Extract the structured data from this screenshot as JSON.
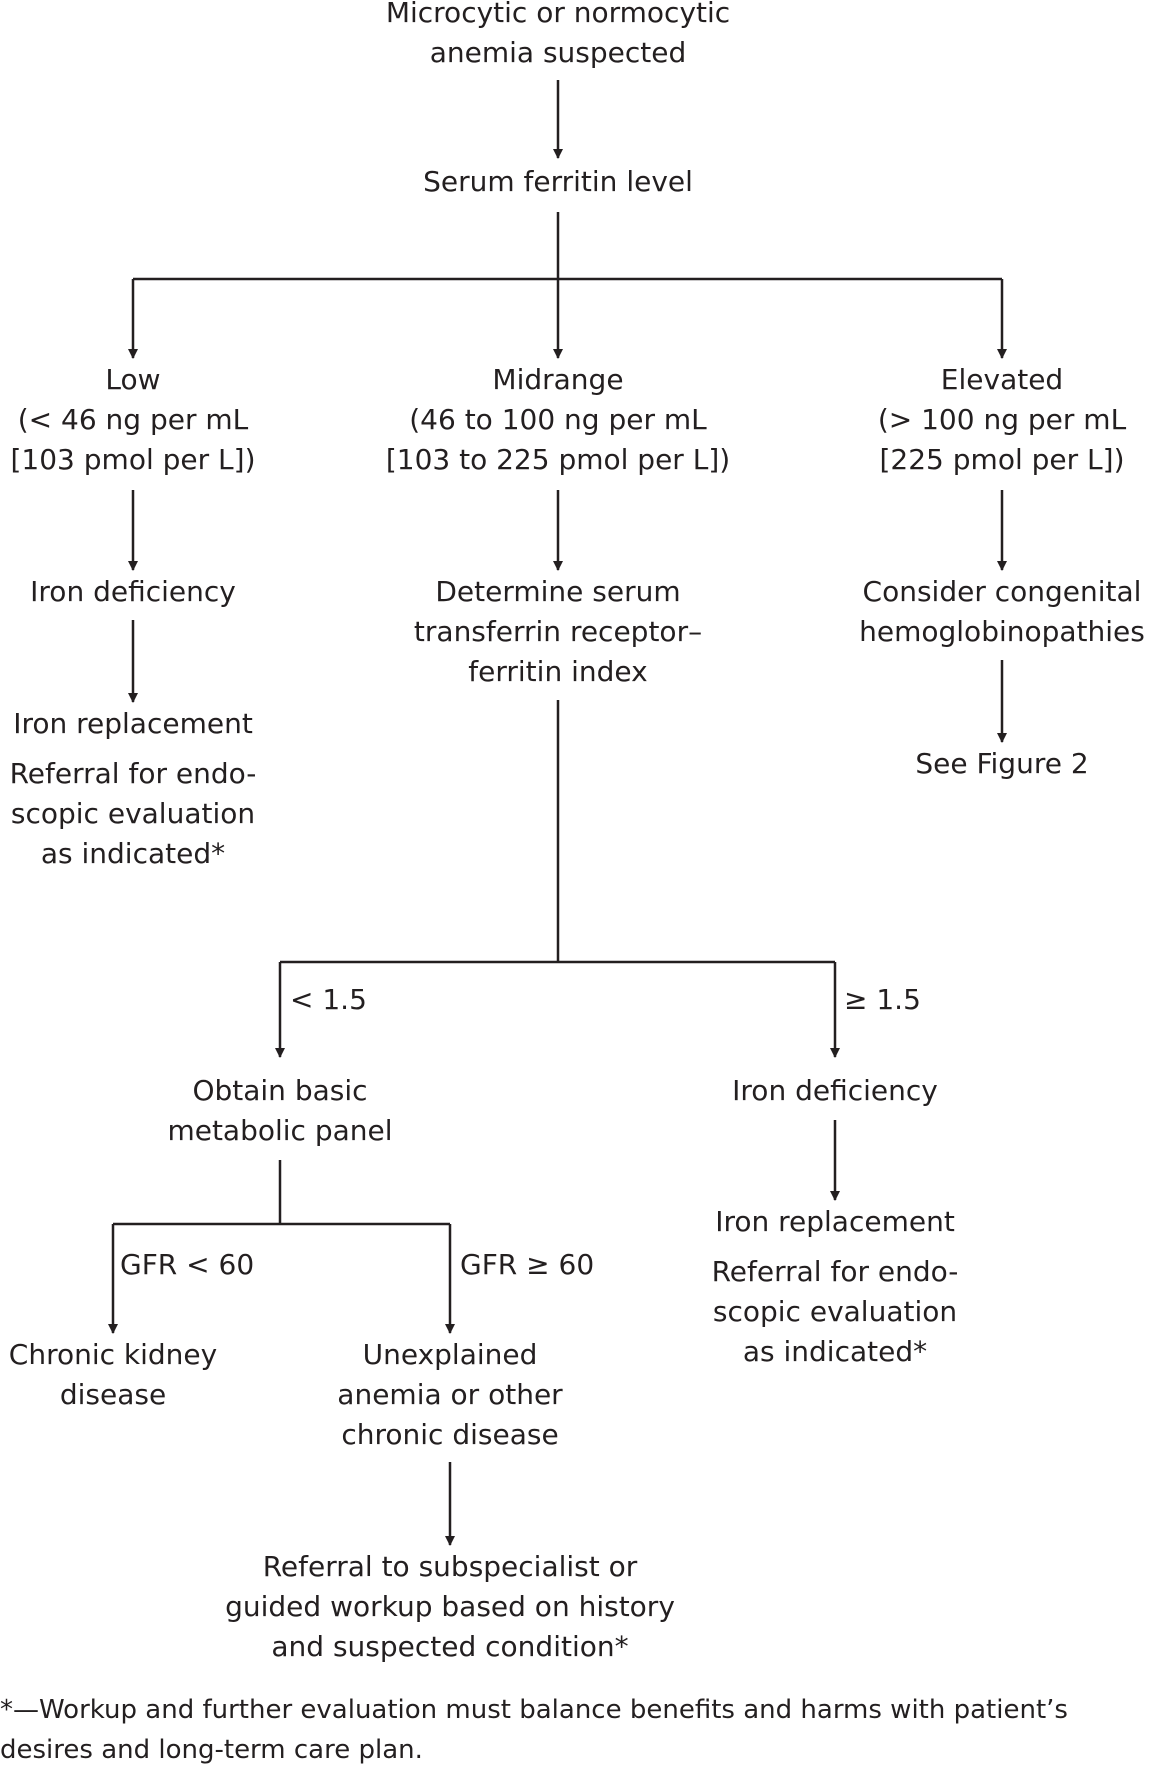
{
  "nodes": {
    "start": [
      "Microcytic or normocytic",
      "anemia suspected"
    ],
    "ferritin": [
      "Serum ferritin level"
    ],
    "low": [
      "Low",
      "(< 46 ng per mL",
      "[103 pmol per L])"
    ],
    "midrange": [
      "Midrange",
      "(46 to 100 ng per mL",
      "[103 to 225 pmol per L])"
    ],
    "elevated": [
      "Elevated",
      "(> 100 ng per mL",
      "[225 pmol per L])"
    ],
    "iron_deficiency_left": [
      "Iron deficiency"
    ],
    "determine_index": [
      "Determine serum",
      "transferrin receptor–",
      "ferritin index"
    ],
    "congenital": [
      "Consider congenital",
      "hemoglobinopathies"
    ],
    "iron_replacement_left": [
      "Iron replacement"
    ],
    "referral_left": [
      "Referral for endo-",
      "scopic evaluation",
      "as indicated*"
    ],
    "see_figure": [
      "See Figure 2"
    ],
    "metabolic_panel": [
      "Obtain basic",
      "metabolic panel"
    ],
    "iron_deficiency_right": [
      "Iron deficiency"
    ],
    "iron_replacement_right": [
      "Iron replacement"
    ],
    "referral_right": [
      "Referral for endo-",
      "scopic evaluation",
      "as indicated*"
    ],
    "ckd": [
      "Chronic kidney",
      "disease"
    ],
    "unexplained": [
      "Unexplained",
      "anemia or other",
      "chronic disease"
    ],
    "subspecialist": [
      "Referral to subspecialist or",
      "guided workup based on history",
      "and suspected condition*"
    ]
  },
  "edge_labels": {
    "index_low": "< 1.5",
    "index_high": "≥ 1.5",
    "gfr_low": "GFR < 60",
    "gfr_high": "GFR ≥ 60"
  },
  "footnote": [
    "*—Workup and further evaluation must balance benefits and harms with patient’s",
    "desires and long-term care plan."
  ],
  "colors": {
    "ink": "#231f20",
    "background": "#ffffff"
  }
}
